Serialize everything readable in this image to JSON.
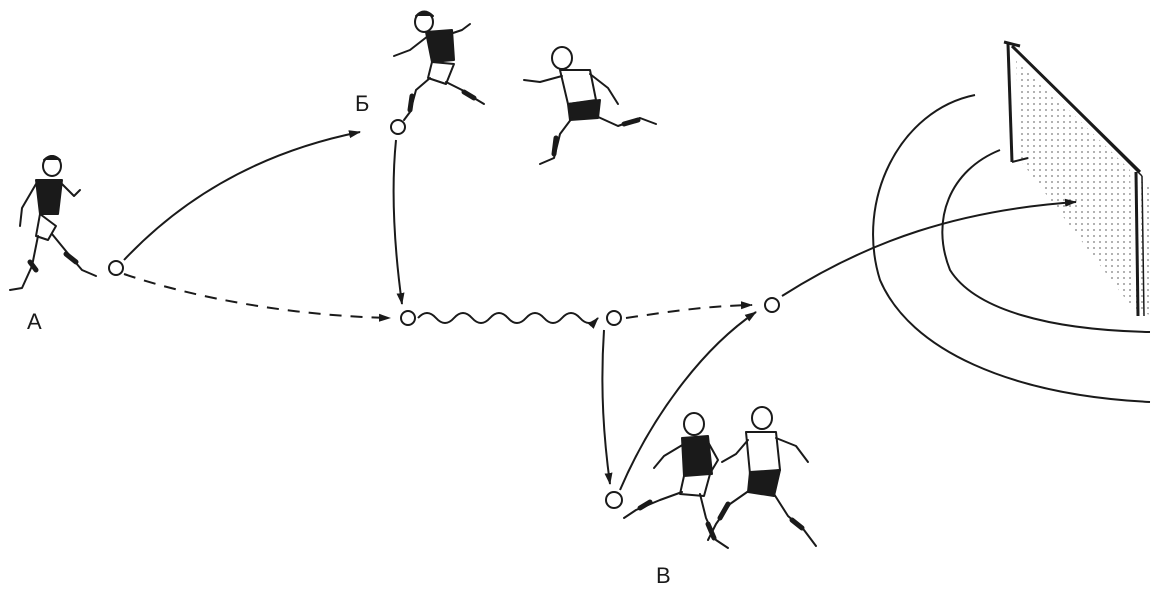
{
  "labels": {
    "a": "А",
    "b": "Б",
    "v": "В"
  },
  "colors": {
    "ink": "#1a1a1a",
    "jersey_dark": "#1a1a1a",
    "jersey_light": "#ffffff",
    "net_dots": "#9a9a9a",
    "background": "#ffffff"
  },
  "elements": {
    "players": [
      "player-a-dark-kit",
      "player-b-dark-kit",
      "defender-white-kit-upper",
      "player-v-dark-kit",
      "defender-white-kit-lower"
    ],
    "ball_markers": 6,
    "pass_types": [
      "solid-arrow-lofted-pass",
      "dashed-arrow-ground-pass",
      "wavy-line-dribble"
    ]
  }
}
